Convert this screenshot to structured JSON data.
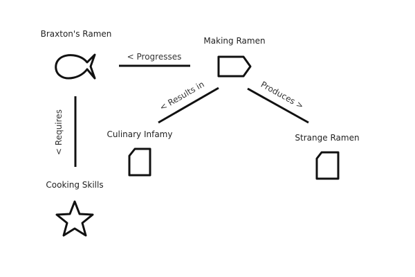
{
  "colors": {
    "stroke": "#111111",
    "text": "#222222",
    "background": "#ffffff"
  },
  "nodes": {
    "braxtons_ramen": {
      "label": "Braxton's Ramen",
      "icon": "fish-icon"
    },
    "making_ramen": {
      "label": "Making Ramen",
      "icon": "tag-icon"
    },
    "culinary_infamy": {
      "label": "Culinary Infamy",
      "icon": "document-icon"
    },
    "strange_ramen": {
      "label": "Strange Ramen",
      "icon": "document-icon"
    },
    "cooking_skills": {
      "label": "Cooking Skills",
      "icon": "star-icon"
    }
  },
  "edges": {
    "progresses": {
      "label": "< Progresses",
      "from": "Making Ramen",
      "to": "Braxton's Ramen"
    },
    "results_in": {
      "label": "< Results in",
      "from": "Making Ramen",
      "to": "Culinary Infamy"
    },
    "produces": {
      "label": "Produces >",
      "from": "Making Ramen",
      "to": "Strange Ramen"
    },
    "requires": {
      "label": "< Requires",
      "from": "Braxton's Ramen",
      "to": "Cooking Skills"
    }
  }
}
